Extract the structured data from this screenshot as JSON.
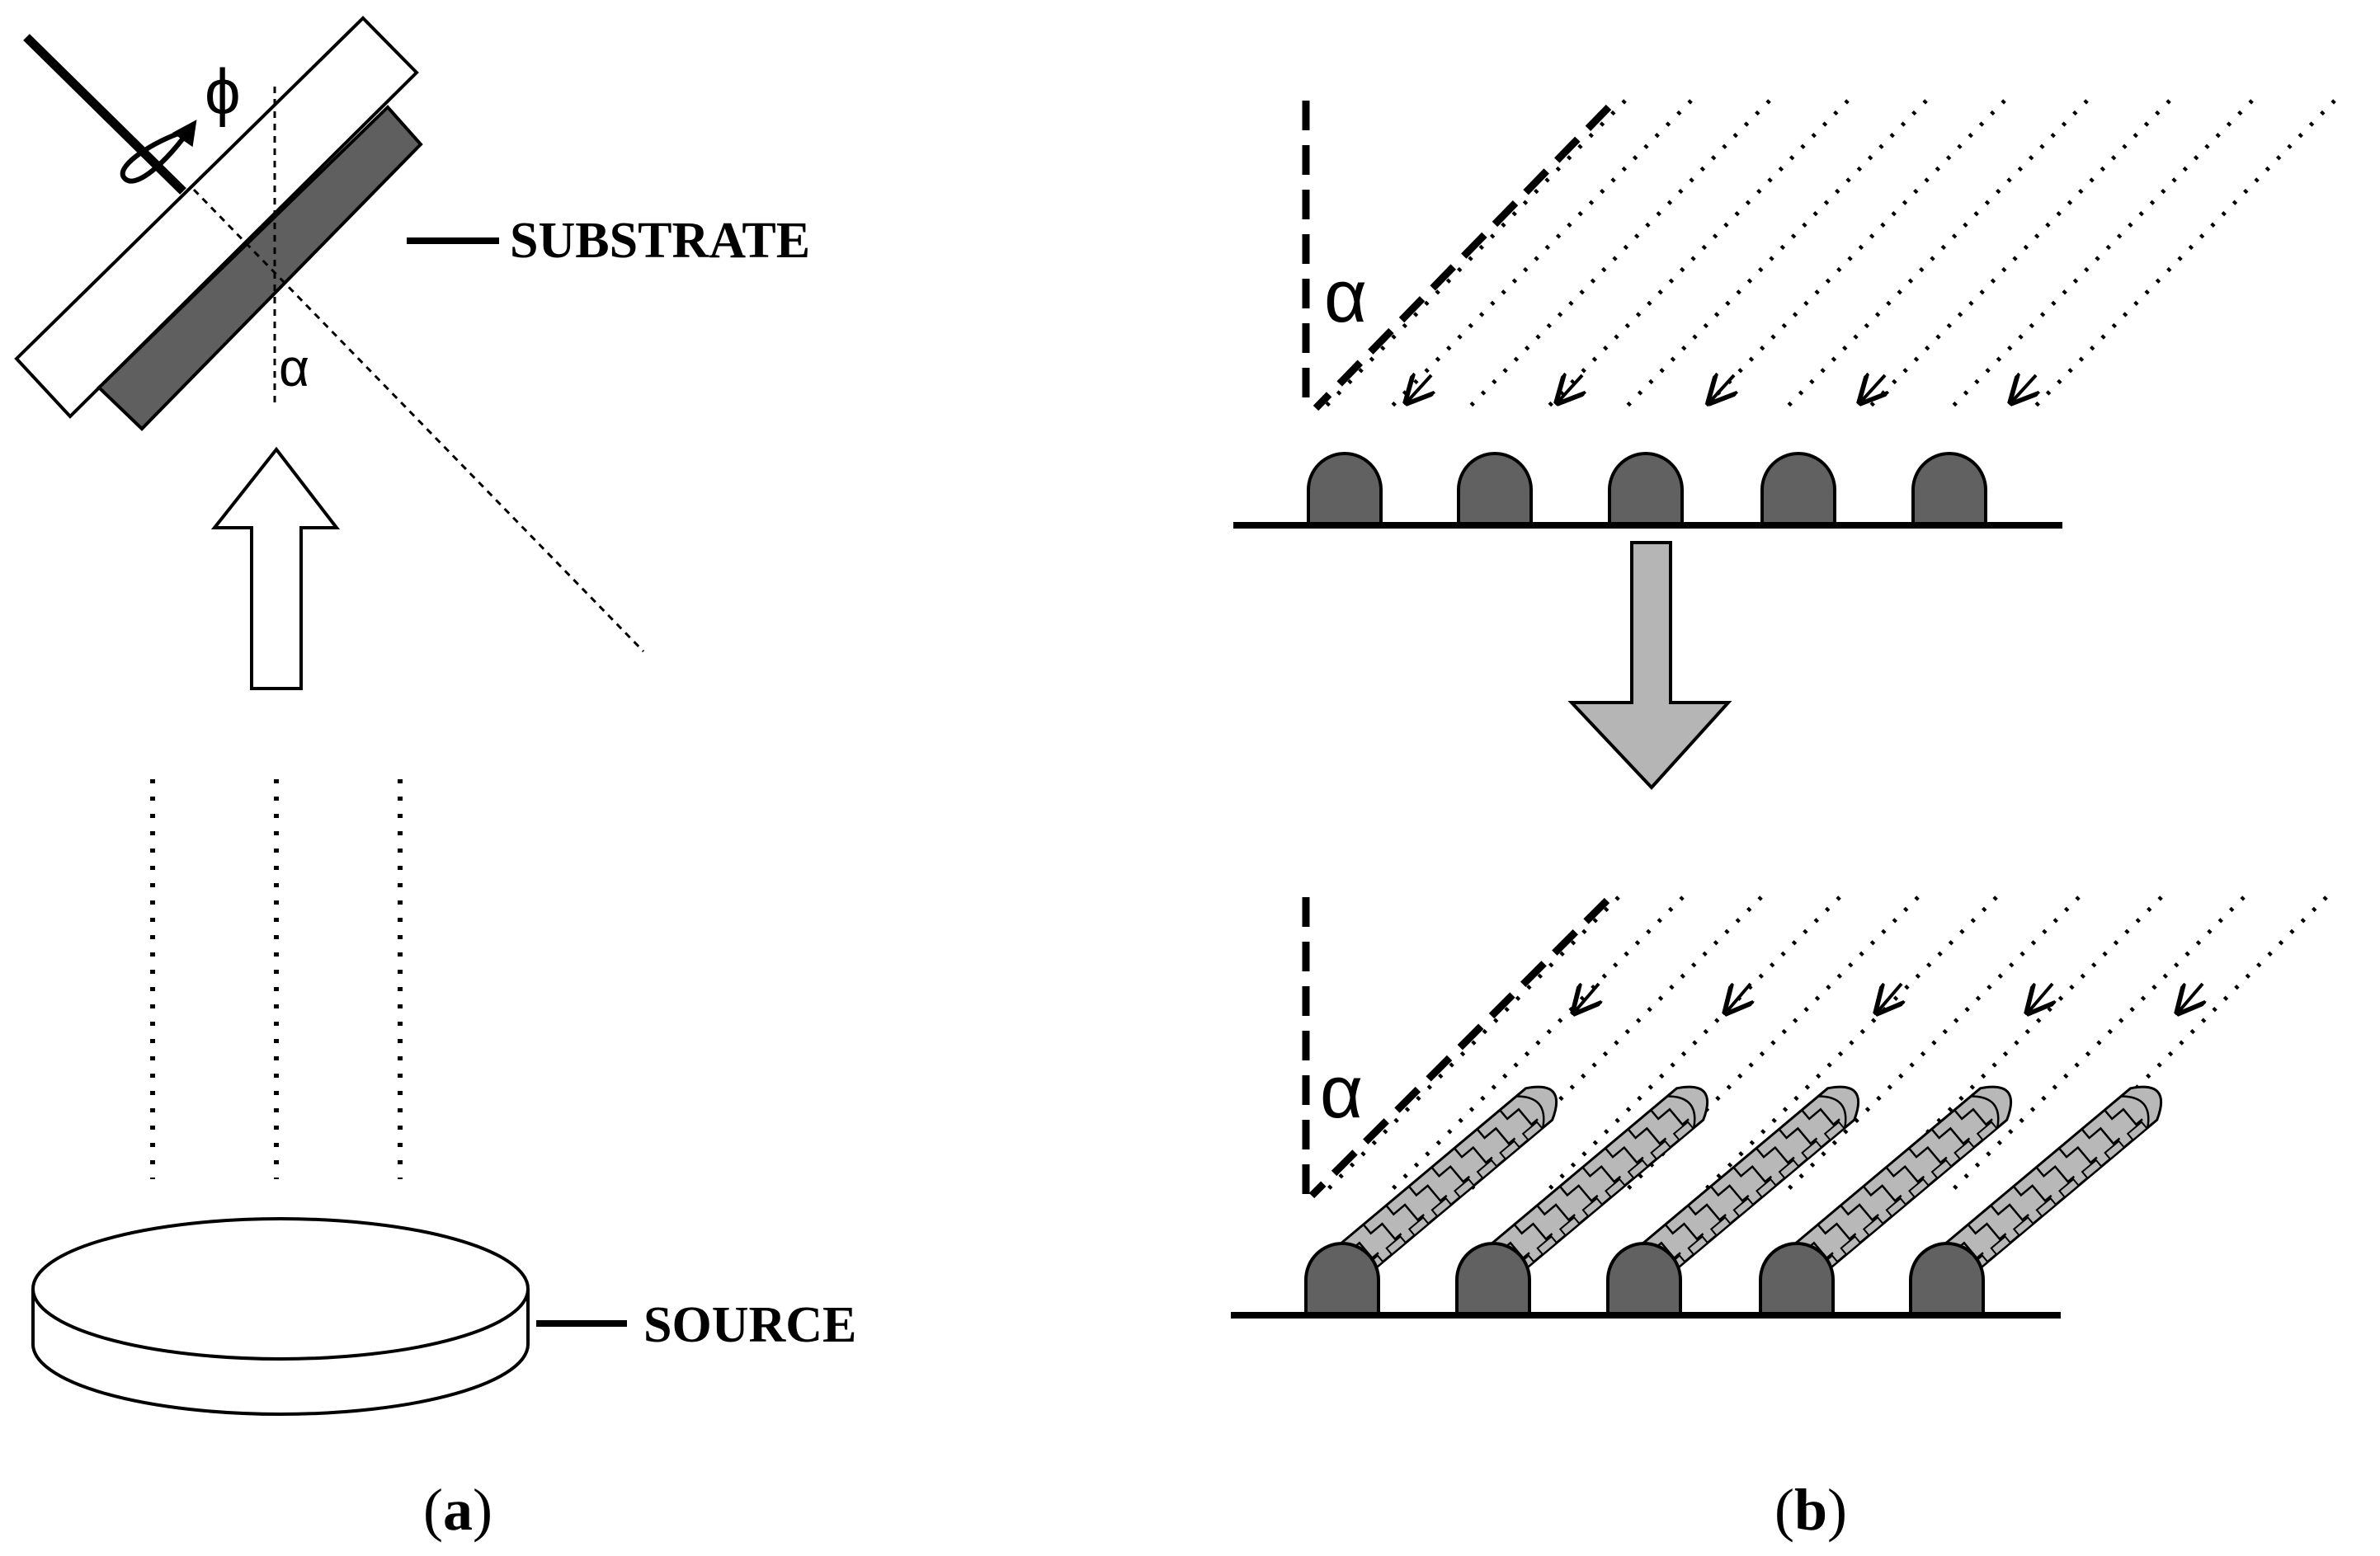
{
  "panel_a": {
    "phi_symbol": "ϕ",
    "alpha_symbol": "α",
    "substrate_label": "SUBSTRATE",
    "source_label": "SOURCE",
    "caption_open": "(",
    "caption_letter": "a",
    "caption_close": ")"
  },
  "panel_b": {
    "alpha_top": "α",
    "alpha_bottom": "α",
    "caption_open": "(",
    "caption_letter": "b",
    "caption_close": ")",
    "seed_count": 5
  },
  "colors": {
    "line": "#000000",
    "film_dark": "#5f5f5f",
    "seed_dark": "#616161",
    "column_gray": "#b8b8b8",
    "process_arrow_gray": "#b5b5b5"
  }
}
